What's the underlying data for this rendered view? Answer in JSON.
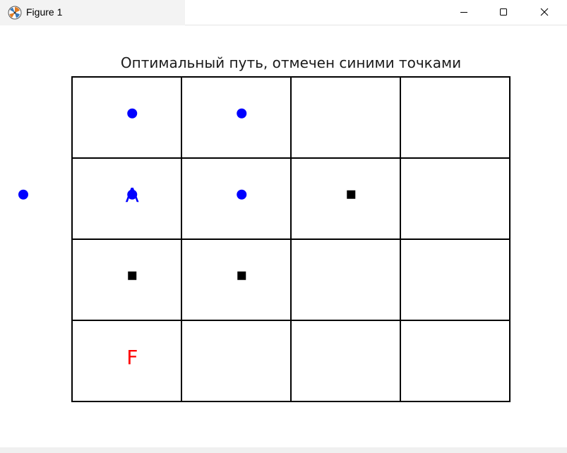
{
  "window": {
    "title": "Figure 1",
    "app_icon": "matplotlib-icon",
    "controls": [
      "minimize-icon",
      "maximize-icon",
      "close-icon"
    ]
  },
  "chart_data": {
    "type": "grid-path",
    "title": "Оптимальный путь, отмечен синими точками",
    "grid": {
      "rows": 4,
      "cols": 4
    },
    "start_label": {
      "text": "A",
      "row": 1,
      "col": 0,
      "color": "#0000ff"
    },
    "finish_label": {
      "text": "F",
      "row": 3,
      "col": 0,
      "color": "#ff0000"
    },
    "obstacles": [
      {
        "row": 1,
        "col": 2
      },
      {
        "row": 2,
        "col": 0
      },
      {
        "row": 2,
        "col": 1
      }
    ],
    "path_points": [
      {
        "row": 0,
        "col": 0
      },
      {
        "row": 0,
        "col": 1
      },
      {
        "row": 1,
        "col": 0
      },
      {
        "row": 1,
        "col": 1
      },
      {
        "row": 1,
        "col": -1
      }
    ],
    "colors": {
      "path": "#0000ff",
      "obstacle": "#000000",
      "grid": "#000000"
    }
  }
}
